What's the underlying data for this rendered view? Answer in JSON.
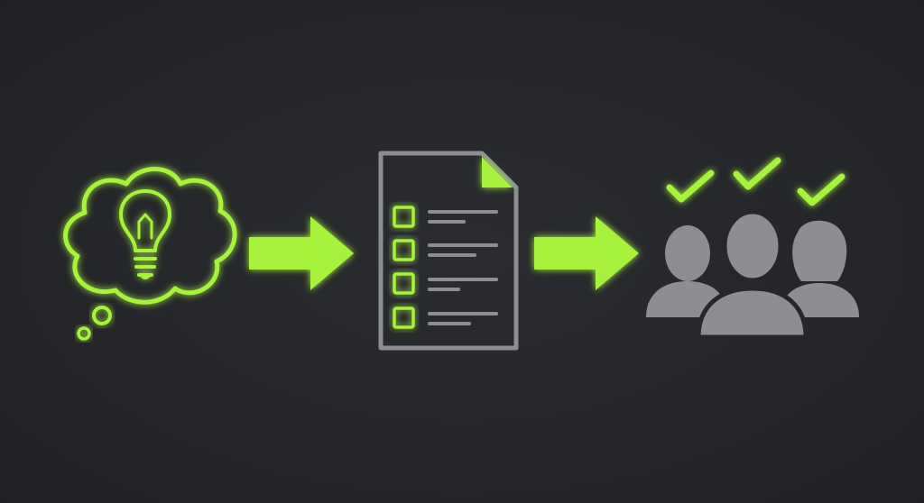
{
  "diagram": {
    "steps": [
      {
        "id": "idea",
        "icon": "thought-bubble-lightbulb-icon"
      },
      {
        "id": "plan",
        "icon": "checklist-document-icon"
      },
      {
        "id": "approval",
        "icon": "team-approval-icon"
      }
    ],
    "connectors": [
      {
        "from": "idea",
        "to": "plan",
        "icon": "arrow-right-icon"
      },
      {
        "from": "plan",
        "to": "approval",
        "icon": "arrow-right-icon"
      }
    ],
    "checklist_items": 4,
    "team_members": 3,
    "checkmarks": 3
  },
  "colors": {
    "background": "#25272b",
    "accent": "#a6f23c",
    "neutral": "#8c8e92"
  }
}
